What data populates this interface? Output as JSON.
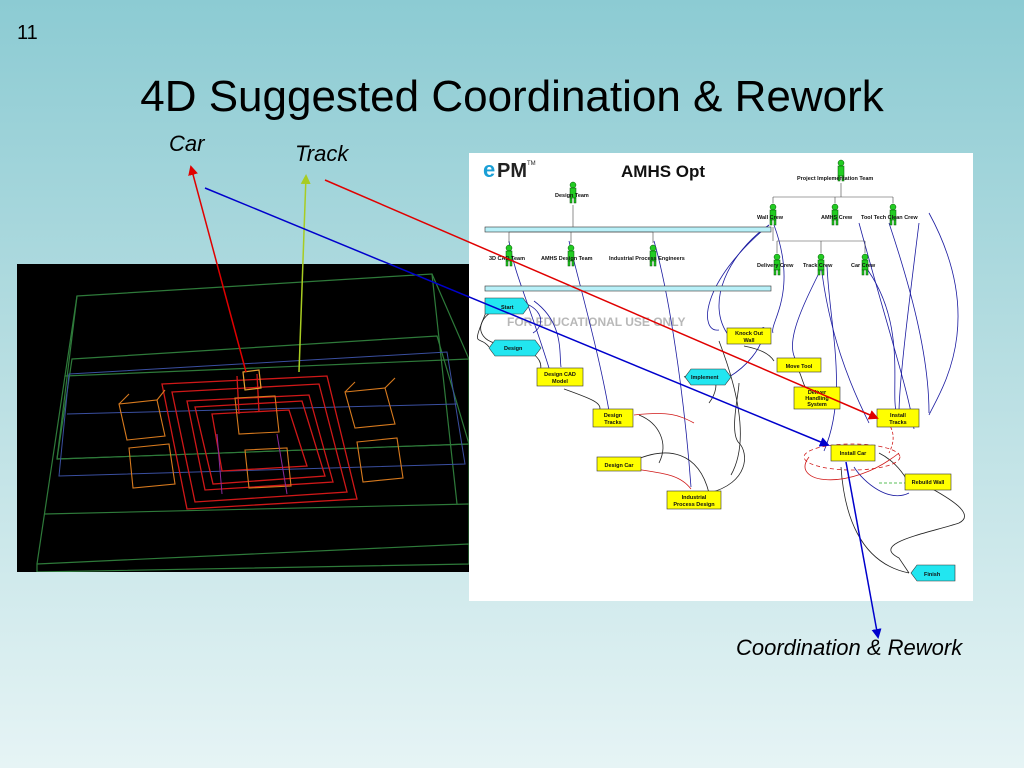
{
  "slide": {
    "number": "11",
    "title": "4D Suggested Coordination & Rework"
  },
  "callouts": {
    "car": "Car",
    "track": "Track",
    "coordination": "Coordination & Rework"
  },
  "diagram": {
    "logo_e": "e",
    "logo_pm": "PM",
    "logo_tm": "TM",
    "title": "AMHS Opt",
    "watermark": "FOR EDUCATIONAL USE ONLY",
    "teams": {
      "design_team": "Design Team",
      "project_impl_team": "Project Implementation Team",
      "wall_crew": "Wall Crew",
      "amhs_crew": "AMHS Crew",
      "tool_tech_crew": "Tool Tech Clean Crew",
      "cad_team": "3D CAD Team",
      "amhs_design_team": "AMHS Design Team",
      "industrial_process_engineers": "Industrial Process Engineers",
      "delivery_crew": "Delivery Crew",
      "track_crew": "Track Crew",
      "car_crew": "Car Crew"
    },
    "milestones": {
      "start": "Start",
      "design": "Design",
      "implement": "Implement",
      "finish": "Finish"
    },
    "tasks": {
      "knock_out_wall": [
        "Knock Out",
        "Wall"
      ],
      "move_tool": [
        "Move Tool"
      ],
      "deliver_handling": [
        "Deliver",
        "Handling",
        "System"
      ],
      "design_cad_model": [
        "Design CAD",
        "Model"
      ],
      "design_tracks": [
        "Design",
        "Tracks"
      ],
      "install_tracks": [
        "Install",
        "Tracks"
      ],
      "install_car": [
        "Install Car"
      ],
      "design_car": [
        "Design Car"
      ],
      "rebuild_wall": [
        "Rebuild Wall"
      ],
      "industrial_process_design": [
        "Industrial",
        "Process Design"
      ]
    },
    "colors": {
      "task_fill": "#ffff00",
      "milestone_fill": "#22e6f0",
      "person": "#22cc22",
      "arrow_red": "#e00000",
      "arrow_blue": "#0000cc",
      "arrow_green": "#a8cc22"
    }
  }
}
